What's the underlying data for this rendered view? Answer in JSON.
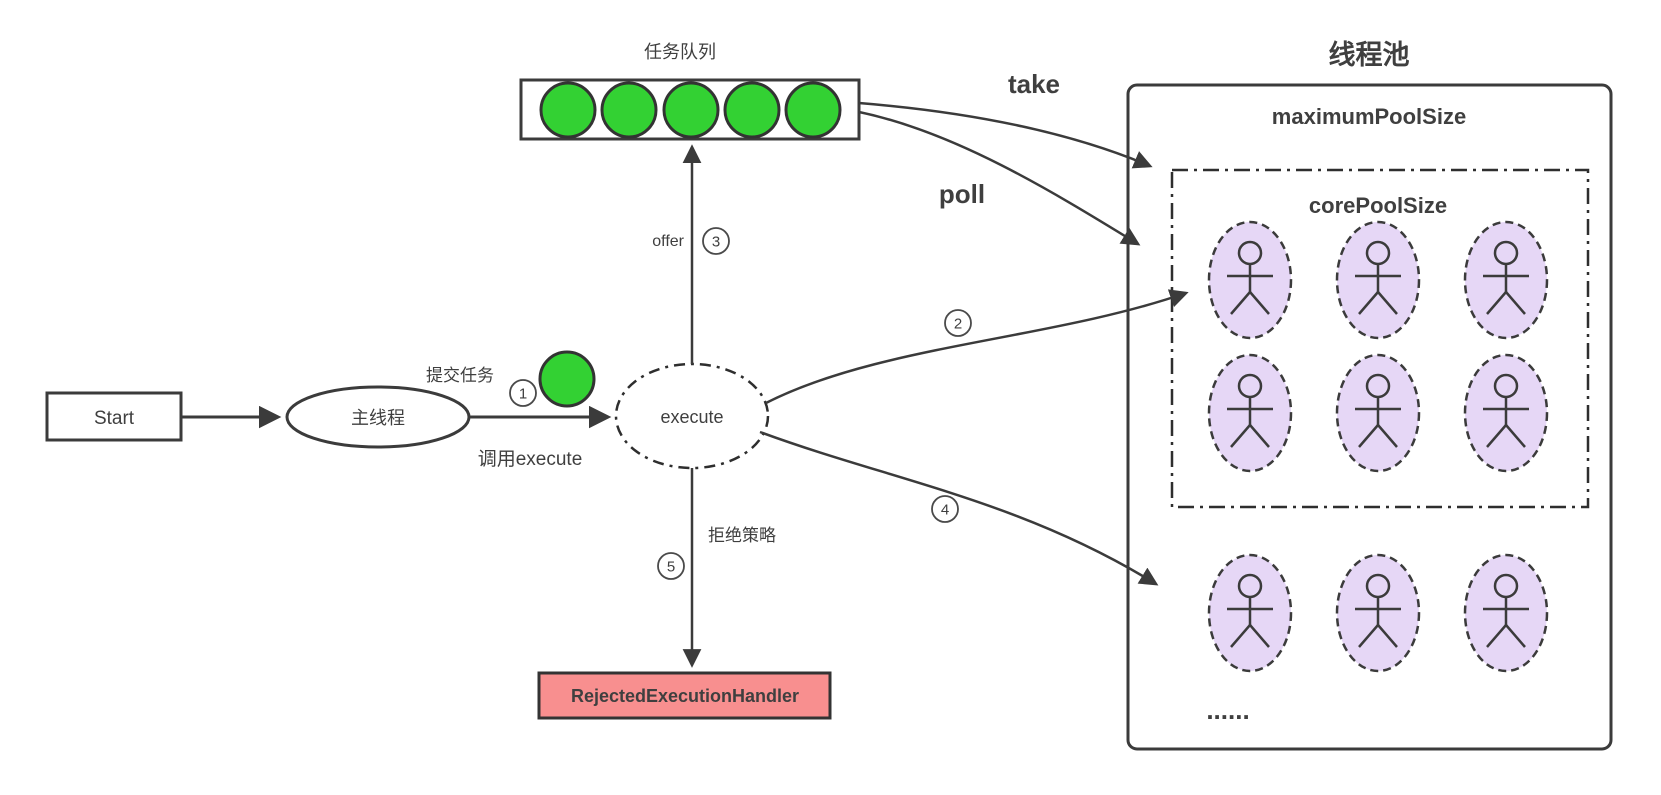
{
  "colors": {
    "line": "#3b3b3b",
    "task_green": "#33d133",
    "worker_fill": "#e6d7f6",
    "handler_fill": "#f88f8f",
    "text": "#3f3f3f",
    "background": "#ffffff"
  },
  "queue": {
    "label": "任务队列",
    "slot_count": 5
  },
  "flow": {
    "start": "Start",
    "main_thread": "主线程",
    "execute": "execute",
    "submit_task": "提交任务",
    "call_execute": "调用execute",
    "offer": "offer",
    "take": "take",
    "poll": "poll",
    "reject_policy": "拒绝策略",
    "handler": "RejectedExecutionHandler"
  },
  "steps": {
    "s1": "1",
    "s2": "2",
    "s3": "3",
    "s4": "4",
    "s5": "5"
  },
  "pool": {
    "title": "线程池",
    "maximum_label": "maximumPoolSize",
    "core_label": "corePoolSize",
    "core_worker_count": 6,
    "extra_worker_count": 3,
    "ellipsis": "......"
  },
  "icons": {
    "worker": "stick-figure-worker-icon",
    "task": "green-task-circle-icon"
  }
}
